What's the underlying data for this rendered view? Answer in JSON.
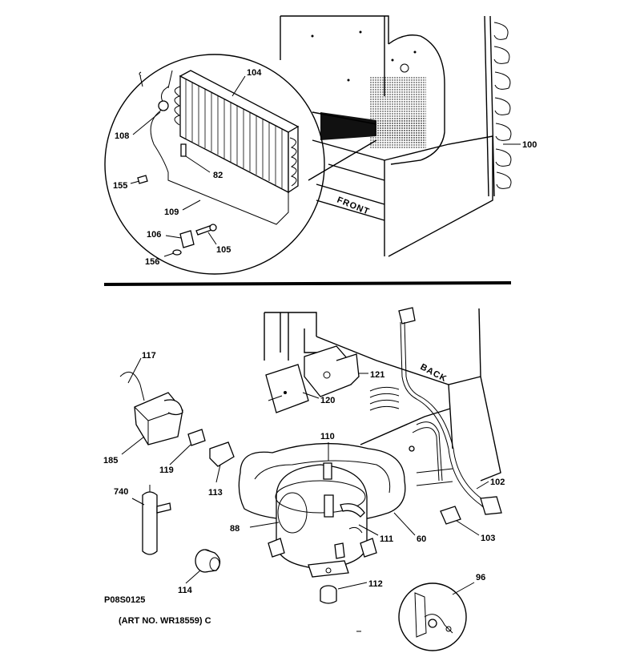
{
  "callouts": {
    "c100": "100",
    "c104": "104",
    "c108": "108",
    "c82": "82",
    "c155": "155",
    "c109": "109",
    "c106": "106",
    "c105": "105",
    "c156": "156",
    "c117": "117",
    "c121": "121",
    "c120": "120",
    "c110": "110",
    "c185": "185",
    "c119": "119",
    "c113": "113",
    "c102": "102",
    "c740": "740",
    "c88": "88",
    "c111": "111",
    "c60": "60",
    "c103": "103",
    "c114": "114",
    "c112": "112",
    "c96": "96"
  },
  "labels": {
    "front": "FRONT",
    "back": "BACK"
  },
  "captions": {
    "drawing_id": "P08S0125",
    "art_no": "(ART NO. WR18559) C"
  }
}
